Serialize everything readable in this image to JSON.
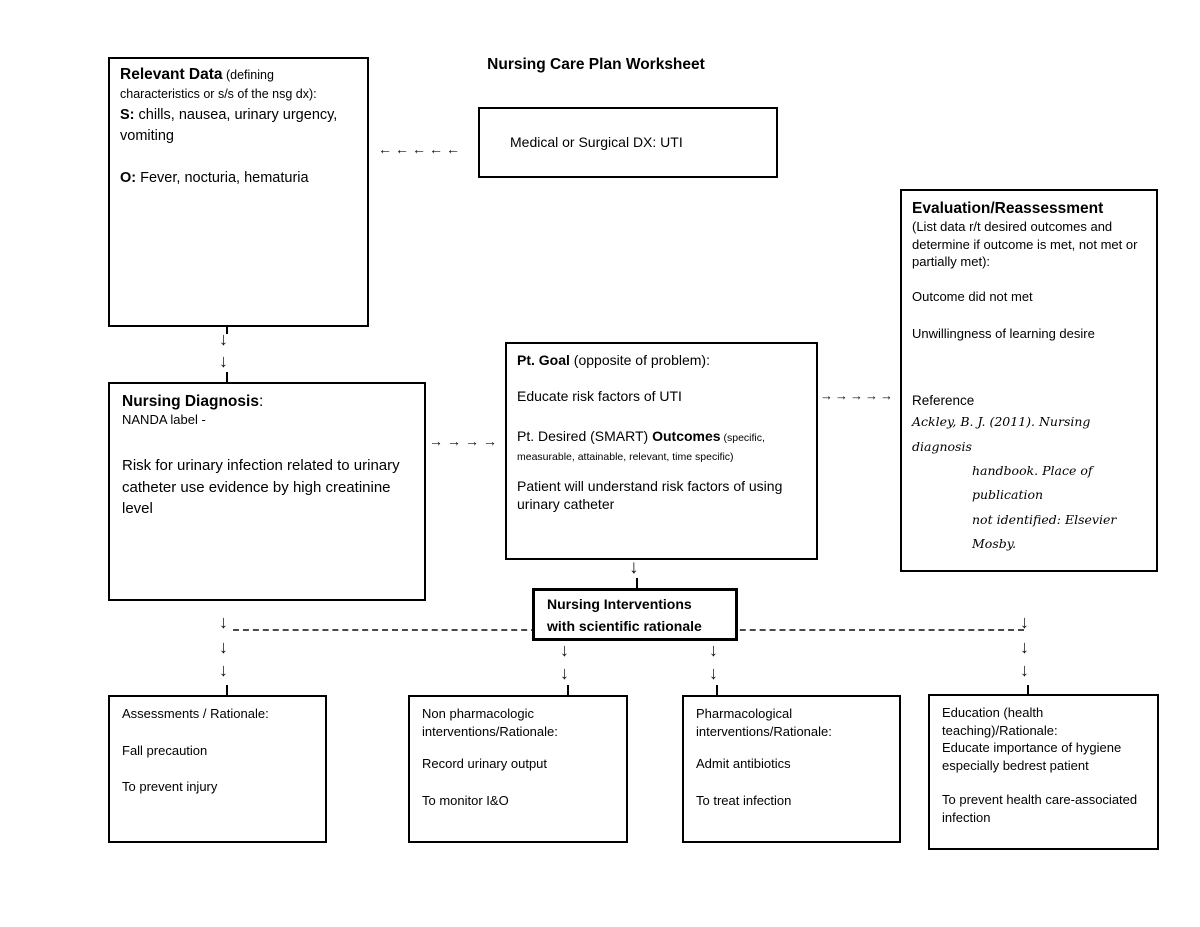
{
  "title": "Nursing Care Plan Worksheet",
  "glyphs": {
    "down_arrow": "↓",
    "left_arrow_chain": "←←←←←",
    "right_arrow_chain_4": "→→→→",
    "right_arrow_chain_5": "→→→→→"
  },
  "relevant_data": {
    "heading": "Relevant Data",
    "heading_note": " (defining characteristics or s/s of the nsg dx):",
    "s_label": "S:",
    "s_text": " chills, nausea, urinary urgency, vomiting",
    "o_label": "O:",
    "o_text": " Fever, nocturia, hematuria"
  },
  "medical_dx": {
    "label": "Medical or Surgical DX: UTI"
  },
  "evaluation": {
    "heading": "Evaluation/Reassessment",
    "note": "(List data r/t desired outcomes and determine if outcome is met, not met or partially met):",
    "outcome_line": "Outcome did not met",
    "unwilling_line": "Unwillingness of learning desire",
    "reference_label": "Reference",
    "reference_line1": "Ackley, B. J. (2011). Nursing diagnosis",
    "reference_line2": "handbook. Place of publication",
    "reference_line3": "not identified: Elsevier Mosby."
  },
  "nursing_diagnosis": {
    "heading": "Nursing Diagnosis",
    "heading_colon": ":",
    "nanda_label": "NANDA label -",
    "body": "Risk for urinary infection related to urinary catheter use evidence by high creatinine level"
  },
  "pt_goal": {
    "heading": "Pt. Goal",
    "heading_note": " (opposite of problem):",
    "goal_line": "Educate risk factors of UTI",
    "outcomes_prefix": "Pt. Desired (SMART) ",
    "outcomes_label": "Outcomes",
    "outcomes_note": " (specific, measurable, attainable, relevant, time specific)",
    "outcome_statement": "Patient will understand risk factors of using urinary catheter"
  },
  "interventions_header": {
    "line1": "Nursing Interventions",
    "line2": "with scientific rationale"
  },
  "assessments": {
    "heading": "Assessments / Rationale:",
    "item1": "Fall precaution",
    "item2": "To prevent injury"
  },
  "non_pharmacologic": {
    "heading": "Non pharmacologic interventions/Rationale:",
    "item1": "Record urinary output",
    "item2": "To monitor I&O"
  },
  "pharmacological": {
    "heading": "Pharmacological interventions/Rationale:",
    "item1": "Admit antibiotics",
    "item2": "To treat infection"
  },
  "education": {
    "heading": "Education (health teaching)/Rationale:",
    "item1": "Educate importance of hygiene especially bedrest patient",
    "item2": "To prevent health care-associated infection"
  },
  "colors": {
    "border": "#000000",
    "text": "#000000",
    "background": "#ffffff"
  }
}
